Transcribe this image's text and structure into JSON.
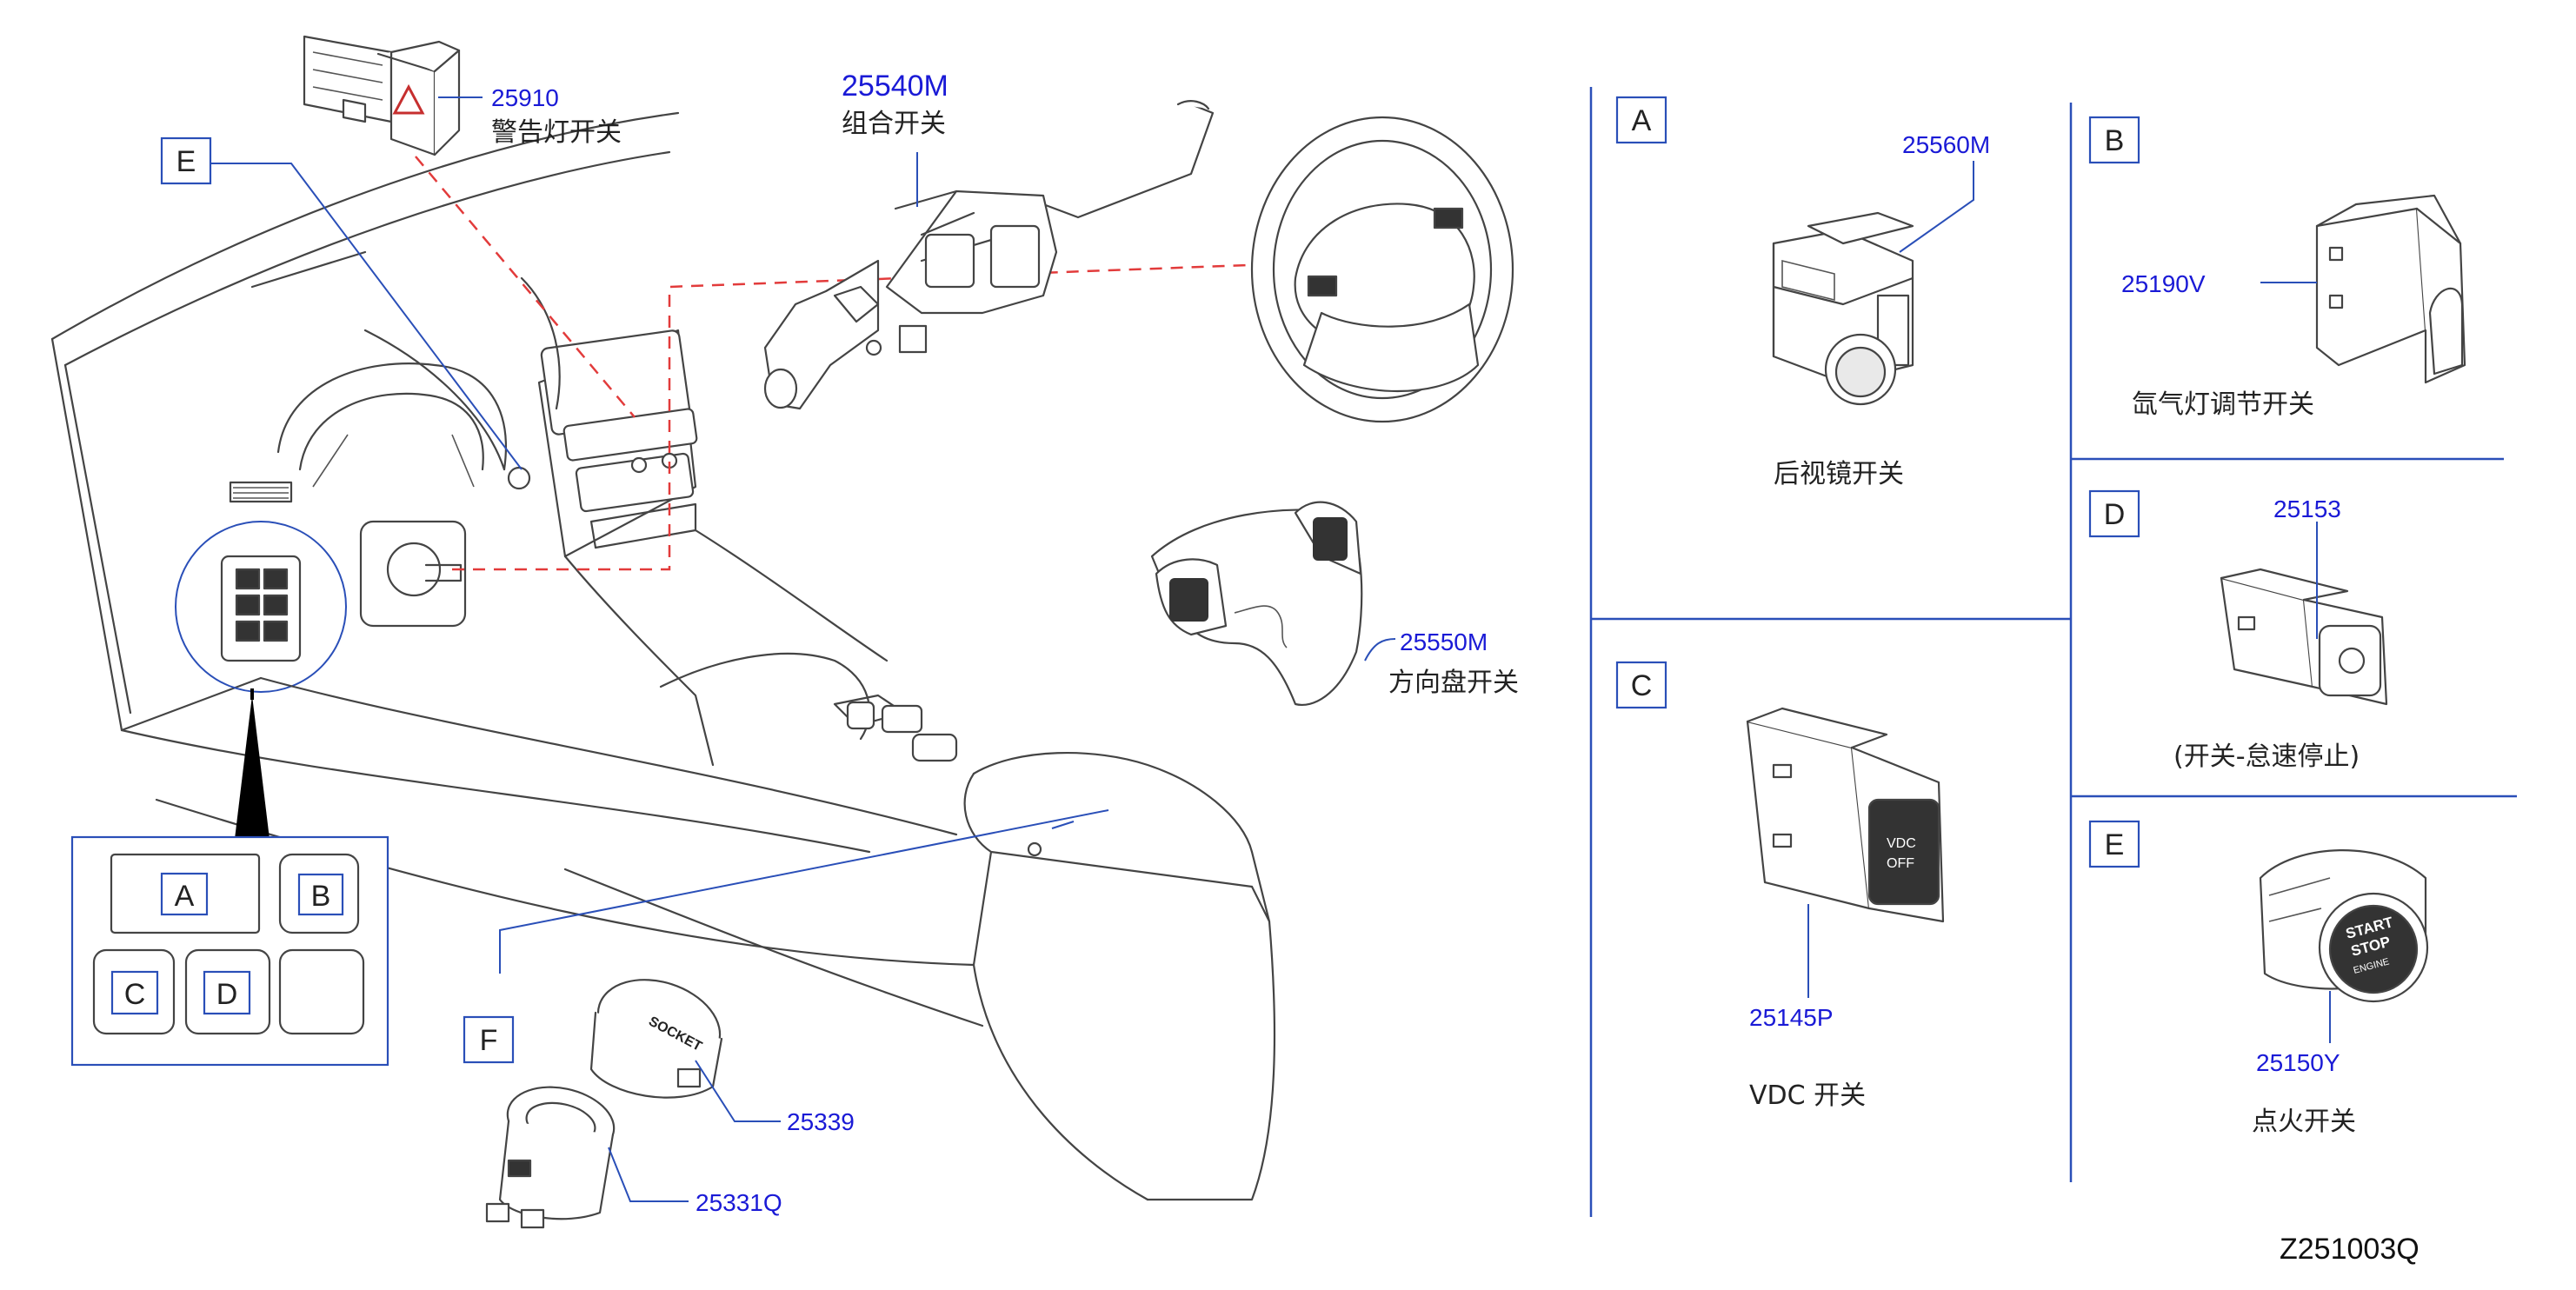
{
  "figure_id": "Z251003Q",
  "parts": {
    "p25910": {
      "number": "25910",
      "name": "警告灯开关"
    },
    "p25540M": {
      "number": "25540M",
      "name": "组合开关"
    },
    "p25550M": {
      "number": "25550M",
      "name": "方向盘开关"
    },
    "p25339": {
      "number": "25339"
    },
    "p25331Q": {
      "number": "25331Q"
    },
    "p25560M": {
      "number": "25560M",
      "name": "后视镜开关"
    },
    "p25190V": {
      "number": "25190V",
      "name": "氙气灯调节开关"
    },
    "p25145P": {
      "number": "25145P",
      "name": "VDC  开关"
    },
    "p25153": {
      "number": "25153",
      "name": "(开关-怠速停止)"
    },
    "p25150Y": {
      "number": "25150Y",
      "name": "点火开关"
    }
  },
  "panels": {
    "A": "A",
    "B": "B",
    "C": "C",
    "D": "D",
    "E": "E",
    "F": "F"
  },
  "inset": {
    "A": "A",
    "B": "B",
    "C": "C",
    "D": "D"
  },
  "part_text": {
    "socket_cap": "SOCKET",
    "vdc_button": [
      "VDC",
      "OFF"
    ],
    "start_button": [
      "START",
      "STOP",
      "ENGINE"
    ]
  },
  "colors": {
    "part_number": "#1a1ad6",
    "leader": "#2a4fb8",
    "dashed_link": "#e23b3b"
  }
}
